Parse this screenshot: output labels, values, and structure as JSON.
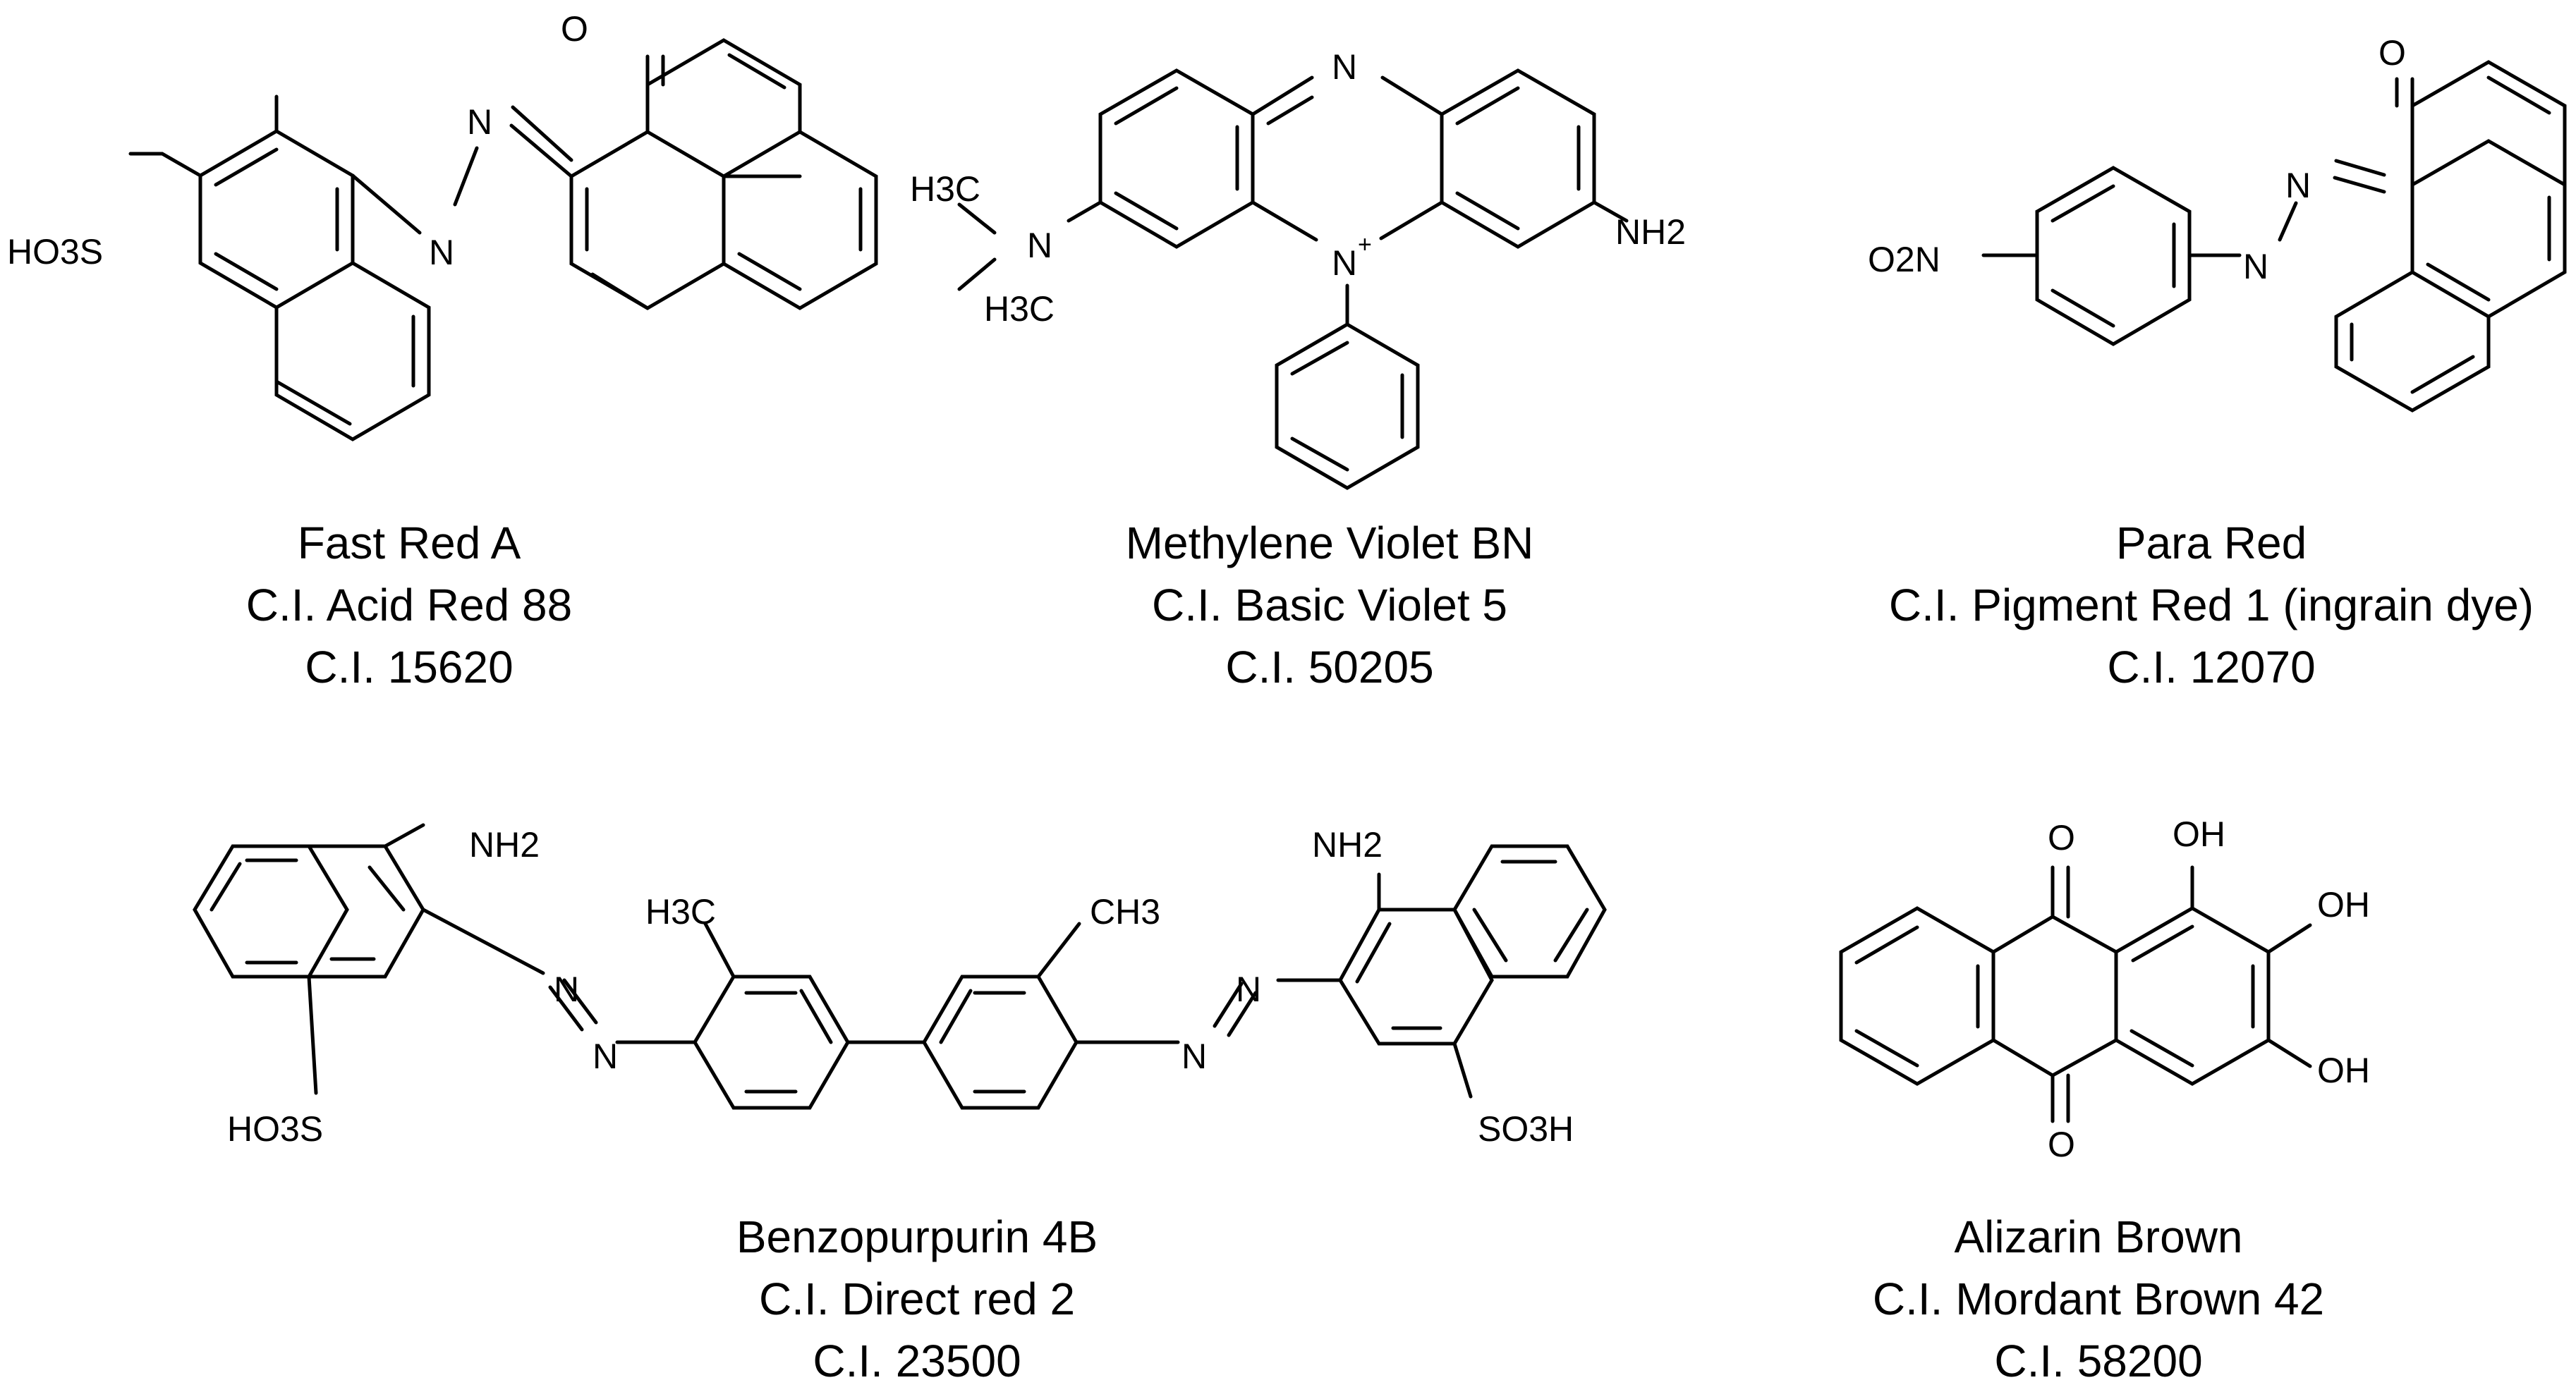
{
  "compounds": [
    {
      "name": "Fast Red A",
      "ci_name": "C.I. Acid Red 88",
      "ci_number": "C.I. 15620",
      "labels": {
        "sulfo": "HO3S",
        "azo_n": "N",
        "azo_n2": "N",
        "oxo": "O"
      }
    },
    {
      "name": "Methylene Violet BN",
      "ci_name": "C.I. Basic Violet 5",
      "ci_number": "C.I. 50205",
      "labels": {
        "ring_n": "N",
        "cation_n": "N",
        "charge": "+",
        "amine_n": "N",
        "methyl_top": "H3C",
        "methyl_bottom": "H3C",
        "amino": "NH2"
      }
    },
    {
      "name": "Para Red",
      "ci_name": "C.I. Pigment Red 1 (ingrain dye)",
      "ci_number": "C.I. 12070",
      "labels": {
        "nitro": "O2N",
        "azo_n": "N",
        "azo_n2": "N",
        "oxo": "O"
      }
    },
    {
      "name": "Benzopurpurin 4B",
      "ci_name": "C.I. Direct red 2",
      "ci_number": "C.I. 23500",
      "labels": {
        "amino_left": "NH2",
        "amino_right": "NH2",
        "methyl_left": "H3C",
        "methyl_right": "CH3",
        "sulfo_left": "HO3S",
        "sulfo_right": "SO3H",
        "n1": "N",
        "n2": "N",
        "n3": "N",
        "n4": "N"
      }
    },
    {
      "name": "Alizarin Brown",
      "ci_name": "C.I. Mordant Brown 42",
      "ci_number": "C.I. 58200",
      "labels": {
        "oxo_top": "O",
        "oxo_bottom": "O",
        "oh1": "OH",
        "oh2": "OH",
        "oh3": "OH"
      }
    }
  ],
  "colors": {
    "line": "#000000",
    "background": "#ffffff"
  }
}
